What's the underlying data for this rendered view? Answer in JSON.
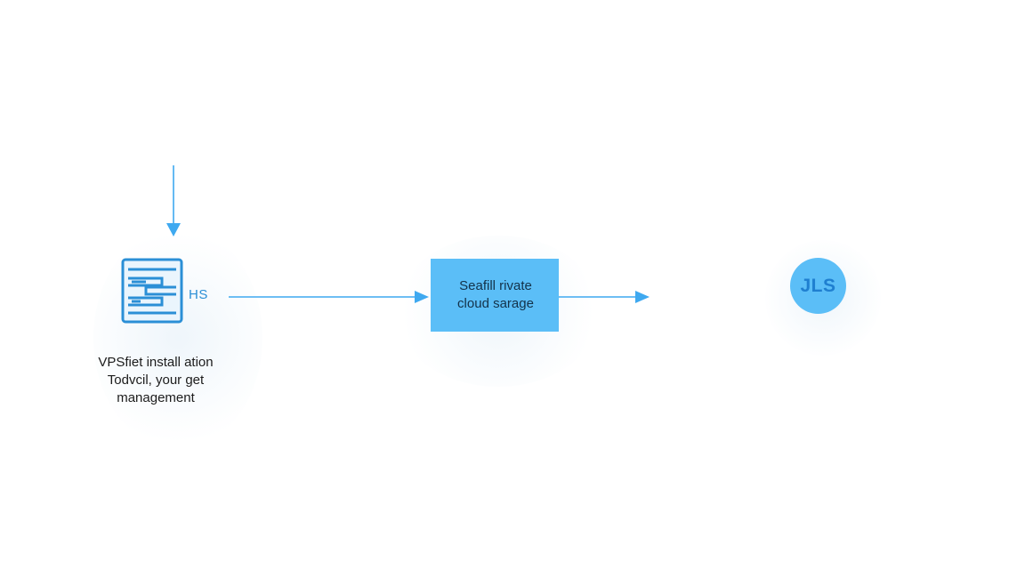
{
  "diagram": {
    "source_node": {
      "icon": "server-stack-icon",
      "side_label": "HS",
      "caption_lines": [
        "VPSfiet install ation",
        "Todvcil, your get",
        "management"
      ]
    },
    "storage_node": {
      "label_lines": [
        "Seafill rivate",
        "cloud sarage"
      ]
    },
    "target_node": {
      "label": "JLS"
    },
    "colors": {
      "accent": "#5bbef7",
      "arrow": "#3fa9f0",
      "icon_stroke": "#2b8fd6",
      "text": "#1c1c1c"
    }
  }
}
